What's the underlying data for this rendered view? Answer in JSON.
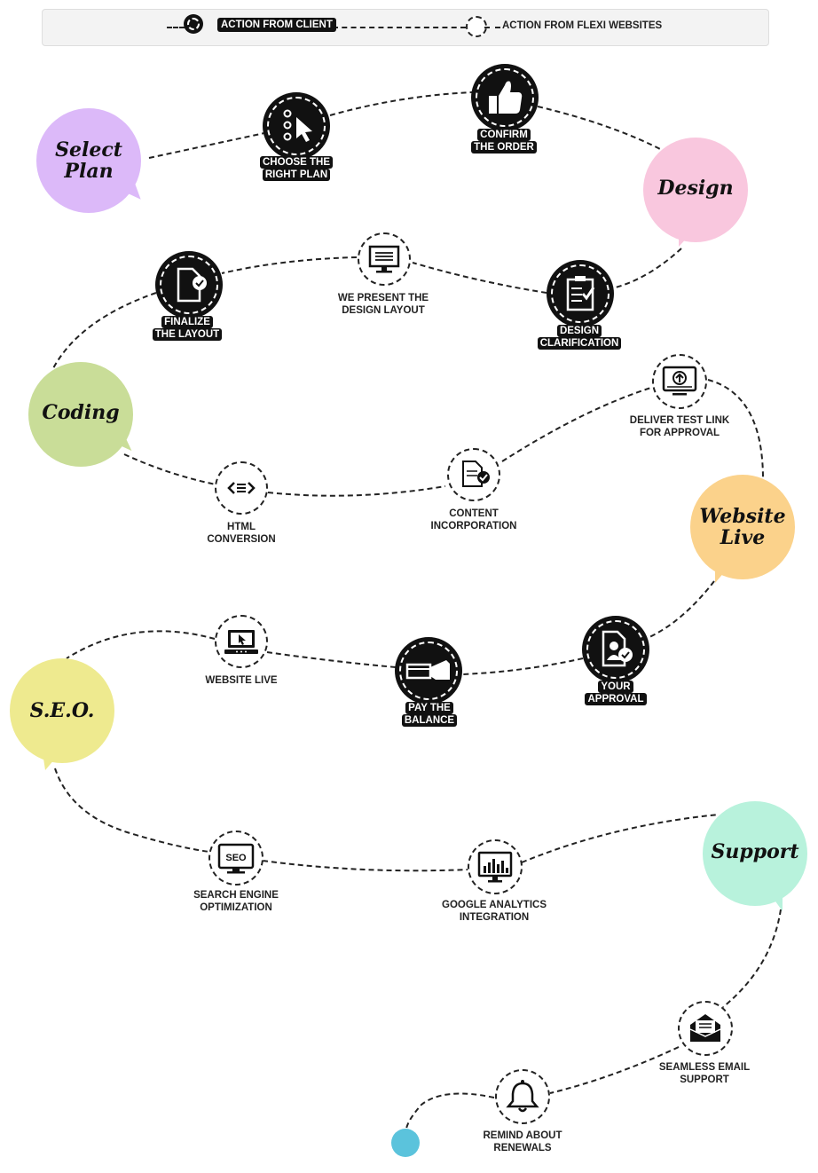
{
  "legend": {
    "client_label": "ACTION FROM CLIENT",
    "flexi_label": "ACTION FROM FLEXI WEBSITES"
  },
  "phases": [
    {
      "label": "Select\nPlan",
      "color": "#dcb9f9"
    },
    {
      "label": "Design",
      "color": "#f9c7de"
    },
    {
      "label": "Coding",
      "color": "#c9dd98"
    },
    {
      "label": "Website\nLive",
      "color": "#fbd28b"
    },
    {
      "label": "S.E.O.",
      "color": "#eeea8f"
    },
    {
      "label": "Support",
      "color": "#b8f2dc"
    }
  ],
  "steps": [
    {
      "label": [
        "CHOOSE THE",
        "RIGHT PLAN"
      ],
      "actor": "client",
      "icon": "choose-plan-icon"
    },
    {
      "label": [
        "CONFIRM",
        "THE ORDER"
      ],
      "actor": "client",
      "icon": "thumbs-up-icon"
    },
    {
      "label": [
        "DESIGN",
        "CLARIFICATION"
      ],
      "actor": "client",
      "icon": "clipboard-check-icon"
    },
    {
      "label": [
        "WE PRESENT THE",
        "DESIGN LAYOUT"
      ],
      "actor": "flexi",
      "icon": "monitor-icon"
    },
    {
      "label": [
        "FINALIZE",
        "THE LAYOUT"
      ],
      "actor": "client",
      "icon": "document-check-icon"
    },
    {
      "label": [
        "HTML",
        "CONVERSION"
      ],
      "actor": "flexi",
      "icon": "code-icon"
    },
    {
      "label": [
        "CONTENT",
        "INCORPORATION"
      ],
      "actor": "flexi",
      "icon": "document-check-icon"
    },
    {
      "label": [
        "DELIVER TEST LINK",
        "FOR APPROVAL"
      ],
      "actor": "flexi",
      "icon": "upload-monitor-icon"
    },
    {
      "label": [
        "YOUR",
        "APPROVAL"
      ],
      "actor": "client",
      "icon": "approval-icon"
    },
    {
      "label": [
        "PAY THE",
        "BALANCE"
      ],
      "actor": "client",
      "icon": "payment-icon"
    },
    {
      "label": [
        "WEBSITE LIVE"
      ],
      "actor": "flexi",
      "icon": "laptop-cursor-icon"
    },
    {
      "label": [
        "SEARCH ENGINE",
        "OPTIMIZATION"
      ],
      "actor": "flexi",
      "icon": "seo-monitor-icon",
      "icon_text": "SEO"
    },
    {
      "label": [
        "GOOGLE ANALYTICS",
        "INTEGRATION"
      ],
      "actor": "flexi",
      "icon": "analytics-icon"
    },
    {
      "label": [
        "SEAMLESS EMAIL",
        "SUPPORT"
      ],
      "actor": "flexi",
      "icon": "envelope-icon"
    },
    {
      "label": [
        "REMIND ABOUT",
        "RENEWALS"
      ],
      "actor": "flexi",
      "icon": "bell-icon"
    }
  ]
}
